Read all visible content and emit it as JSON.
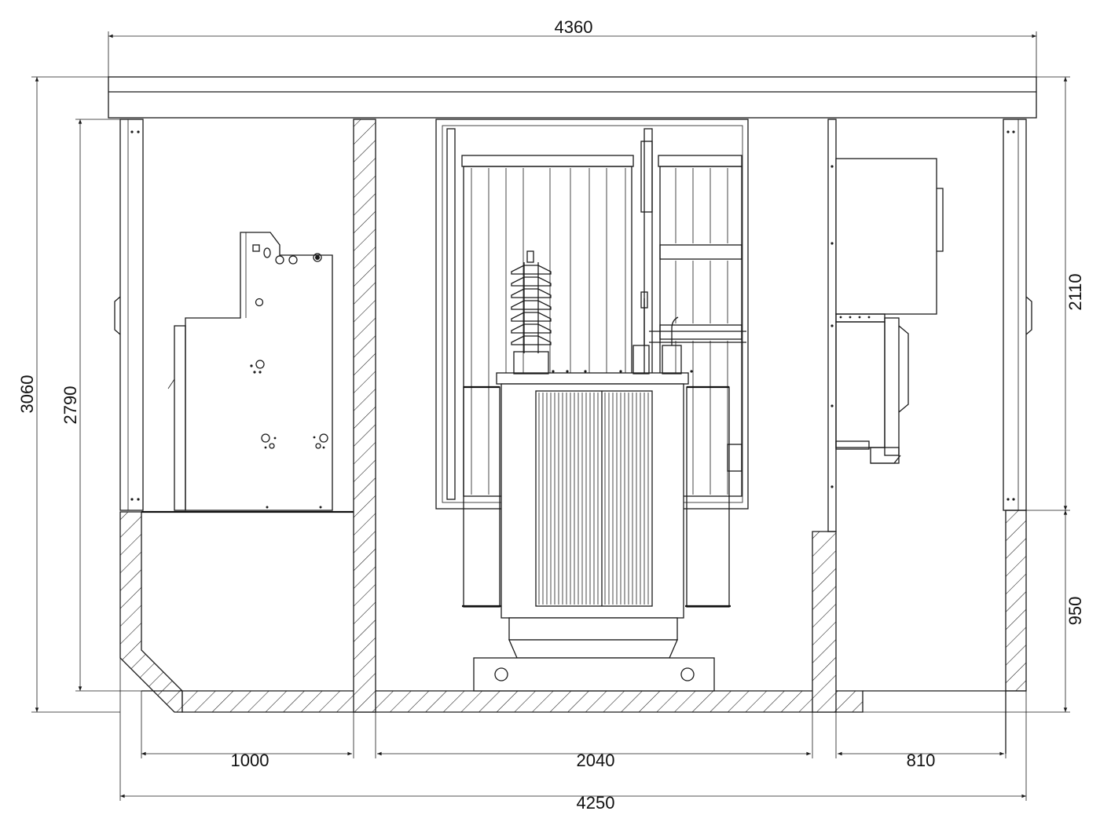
{
  "dimensions": {
    "overall_length_top": "4360",
    "overall_length_bottom": "4250",
    "overall_height": "3060",
    "inner_height": "2790",
    "upper_height": "2110",
    "lower_height": "950",
    "room_left_width": "1000",
    "room_middle_width": "2040",
    "room_right_width": "810"
  },
  "colors": {
    "line": "#1a1a1a",
    "background": "#ffffff"
  }
}
